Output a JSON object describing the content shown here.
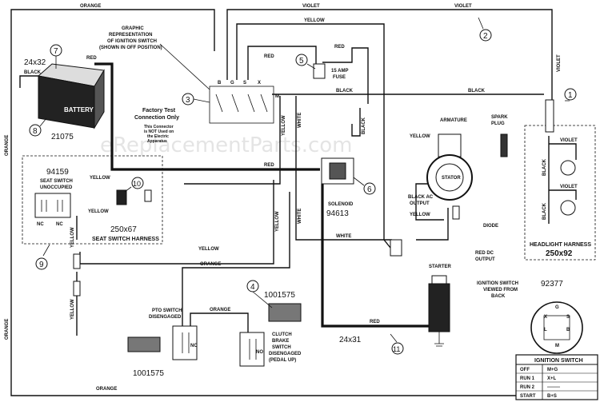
{
  "watermark": "eReplacementParts.com",
  "wires": {
    "orange": "ORANGE",
    "violet": "VIOLET",
    "yellow": "YELLOW",
    "red": "RED",
    "black": "BLACK",
    "white": "WHITE"
  },
  "ignition_graphic": {
    "line1": "GRAPHIC",
    "line2": "REPRESENTATION",
    "line3": "OF IGNITION SWITCH",
    "line4": "(SHOWN IN OFF POSITION)",
    "terminals": [
      "B",
      "G",
      "S",
      "X",
      "M"
    ]
  },
  "fuse": {
    "line1": "15 AMP",
    "line2": "FUSE"
  },
  "battery": {
    "label": "BATTERY",
    "part": "21075",
    "bolt": "24x32"
  },
  "factory_test": {
    "line1": "Factory Test",
    "line2": "Connection Only",
    "note1": "This Connector",
    "note2": "is NOT Used on",
    "note3": "the Electric",
    "note4": "Apparatus"
  },
  "seat_switch": {
    "part": "94159",
    "line1": "SEAT SWITCH",
    "line2": "UNOCCUPIED",
    "nc1": "NC",
    "nc2": "NC",
    "harness_part": "250x67",
    "harness_label": "SEAT SWITCH HARNESS"
  },
  "solenoid": {
    "label": "SOLENOID",
    "part": "94613"
  },
  "alternator": {
    "armature": "ARMATURE",
    "stator": "STATOR",
    "spark1": "SPARK",
    "spark2": "PLUG",
    "black_ac1": "BLACK AC",
    "black_ac2": "OUTPUT",
    "diode": "DIODE",
    "red_dc1": "RED DC",
    "red_dc2": "OUTPUT"
  },
  "headlight": {
    "label": "HEADLIGHT HARNESS",
    "part": "250x92"
  },
  "starter": "STARTER",
  "pto": {
    "line1": "PTO SWITCH",
    "line2": "DISENGAGED",
    "nc": "NC",
    "part": "1001575"
  },
  "clutch": {
    "line1": "CLUTCH",
    "line2": "BRAKE",
    "line3": "SWITCH",
    "line4": "DISENGAGED",
    "line5": "(PEDAL UP)",
    "no": "NO",
    "part": "1001575"
  },
  "cable": "24x31",
  "ignition_view": {
    "line1": "IGNITION SWITCH",
    "line2": "VIEWED FROM",
    "line3": "BACK",
    "part": "92377",
    "pins": [
      "G",
      "S",
      "B",
      "L",
      "M",
      "X"
    ]
  },
  "ignition_table": {
    "title": "IGNITION SWITCH",
    "rows": [
      [
        "OFF",
        "M+G"
      ],
      [
        "RUN 1",
        "X+L"
      ],
      [
        "RUN 2",
        "--------"
      ],
      [
        "START",
        "B+S"
      ]
    ]
  },
  "callouts": [
    "1",
    "2",
    "3",
    "4",
    "5",
    "6",
    "7",
    "8",
    "9",
    "10",
    "11"
  ]
}
